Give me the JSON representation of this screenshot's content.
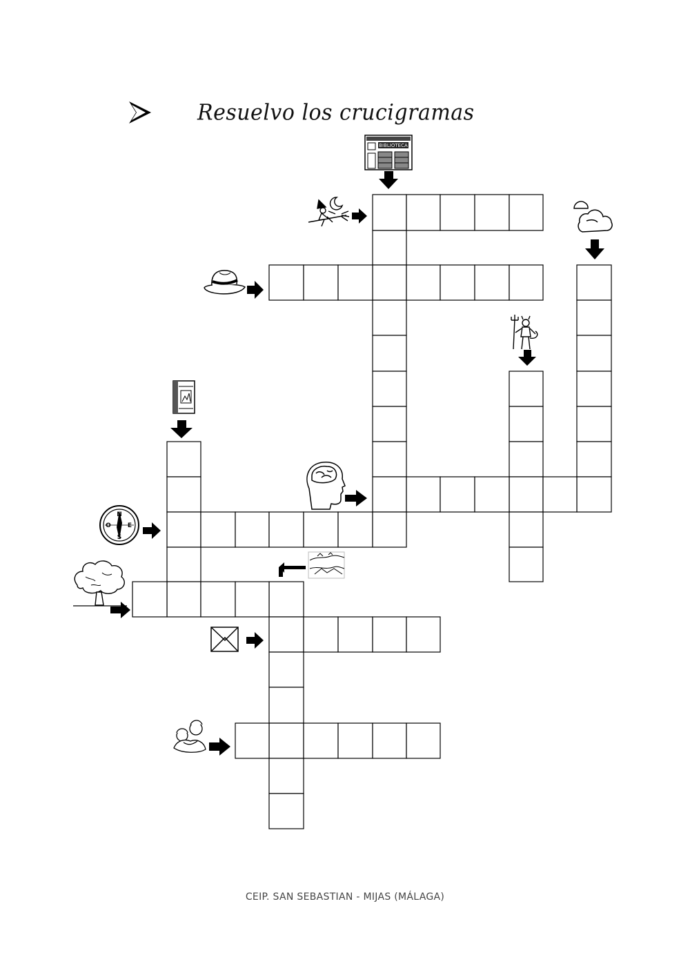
{
  "title": "Resuelvo los crucigramas",
  "footer": "CEIP. SAN SEBASTIAN - MIJAS (MÁLAGA)",
  "library_sign": "BIBLIOTECA",
  "compass_letters": {
    "n": "N",
    "s": "S",
    "e": "E",
    "o": "O"
  },
  "icons": [
    "library-icon",
    "witch-icon",
    "hat-icon",
    "cloud-icon",
    "devil-icon",
    "book-icon",
    "head-icon",
    "compass-icon",
    "landscape-icon",
    "tree-icon",
    "envelope-icon",
    "hug-icon"
  ],
  "words": [
    {
      "clue": "library-icon",
      "direction": "down",
      "length": 9
    },
    {
      "clue": "witch-icon",
      "direction": "across",
      "length": 5
    },
    {
      "clue": "hat-icon",
      "direction": "across",
      "length": 8
    },
    {
      "clue": "cloud-icon",
      "direction": "down",
      "length": 7
    },
    {
      "clue": "devil-icon",
      "direction": "down",
      "length": 6
    },
    {
      "clue": "book-icon",
      "direction": "down",
      "length": 5
    },
    {
      "clue": "head-icon",
      "direction": "across",
      "length": 7
    },
    {
      "clue": "compass-icon",
      "direction": "across",
      "length": 7
    },
    {
      "clue": "landscape-icon",
      "direction": "down",
      "length": 7
    },
    {
      "clue": "tree-icon",
      "direction": "across",
      "length": 5
    },
    {
      "clue": "envelope-icon",
      "direction": "across",
      "length": 5
    },
    {
      "clue": "hug-icon",
      "direction": "across",
      "length": 6
    }
  ]
}
